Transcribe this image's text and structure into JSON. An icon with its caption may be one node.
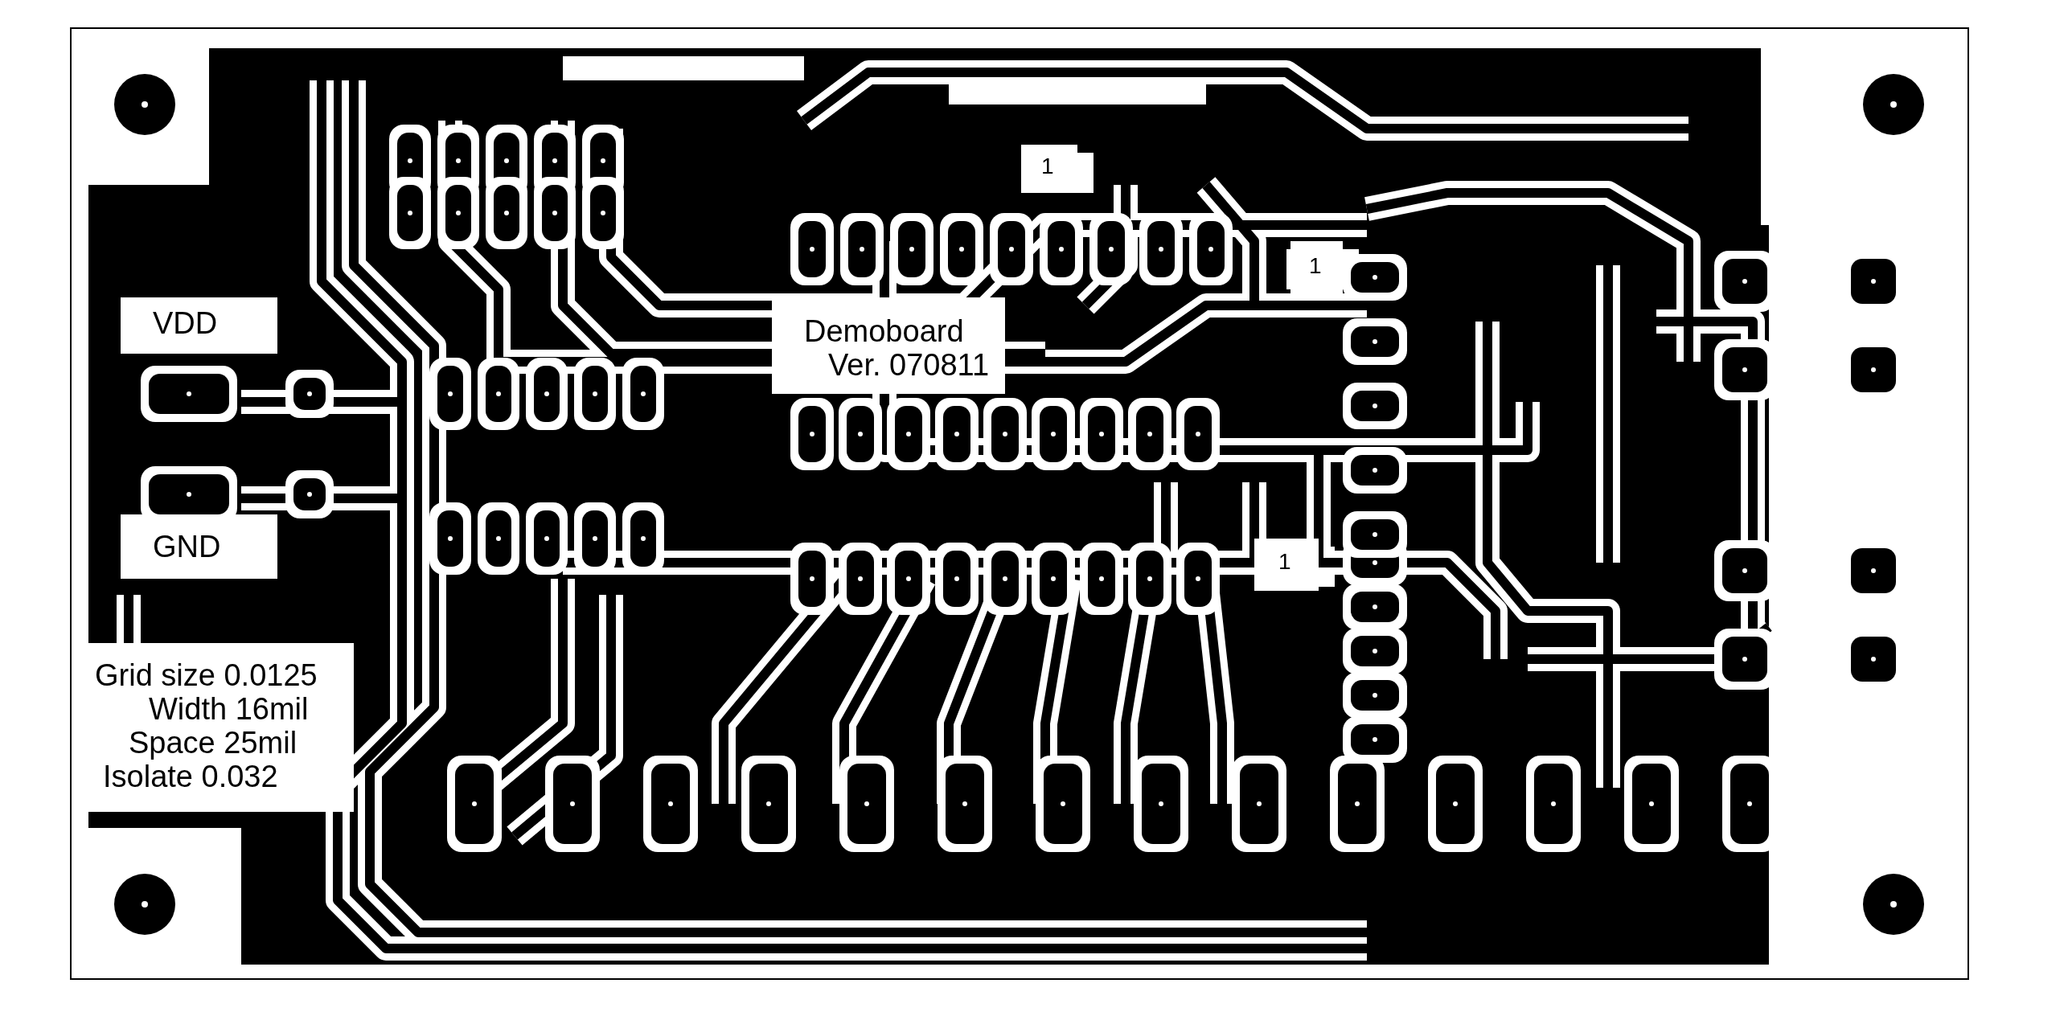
{
  "diagram": {
    "labels": [
      "1",
      "1",
      "VDD",
      "Demoboard",
      "Ver. 070811",
      "GND",
      "1",
      "Grid size 0.0125",
      "Width 16mil",
      "Space 25mil",
      "Isolate 0.032"
    ]
  }
}
